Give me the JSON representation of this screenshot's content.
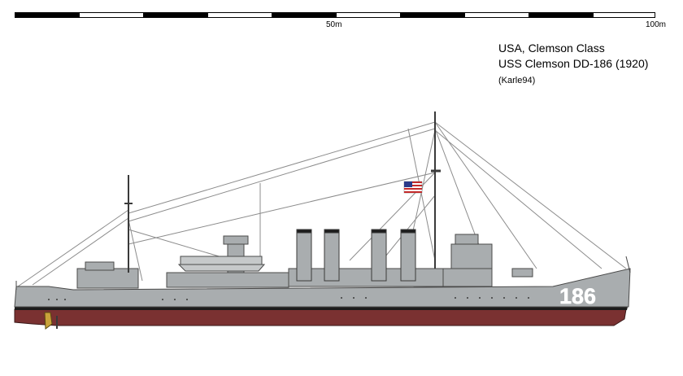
{
  "scale": {
    "label_mid": "50m",
    "label_end": "100m"
  },
  "caption": {
    "line1": "USA, Clemson Class",
    "line2": "USS Clemson DD-186 (1920)",
    "line3": "(Karle94)"
  },
  "ship": {
    "hull_number": "186",
    "colors": {
      "hull_gray": "#a9adaf",
      "bottom_red": "#7a3131",
      "boot_top": "#1c1c1c",
      "rigging": "#8a8a8a",
      "outline": "#3a3a3a"
    }
  }
}
